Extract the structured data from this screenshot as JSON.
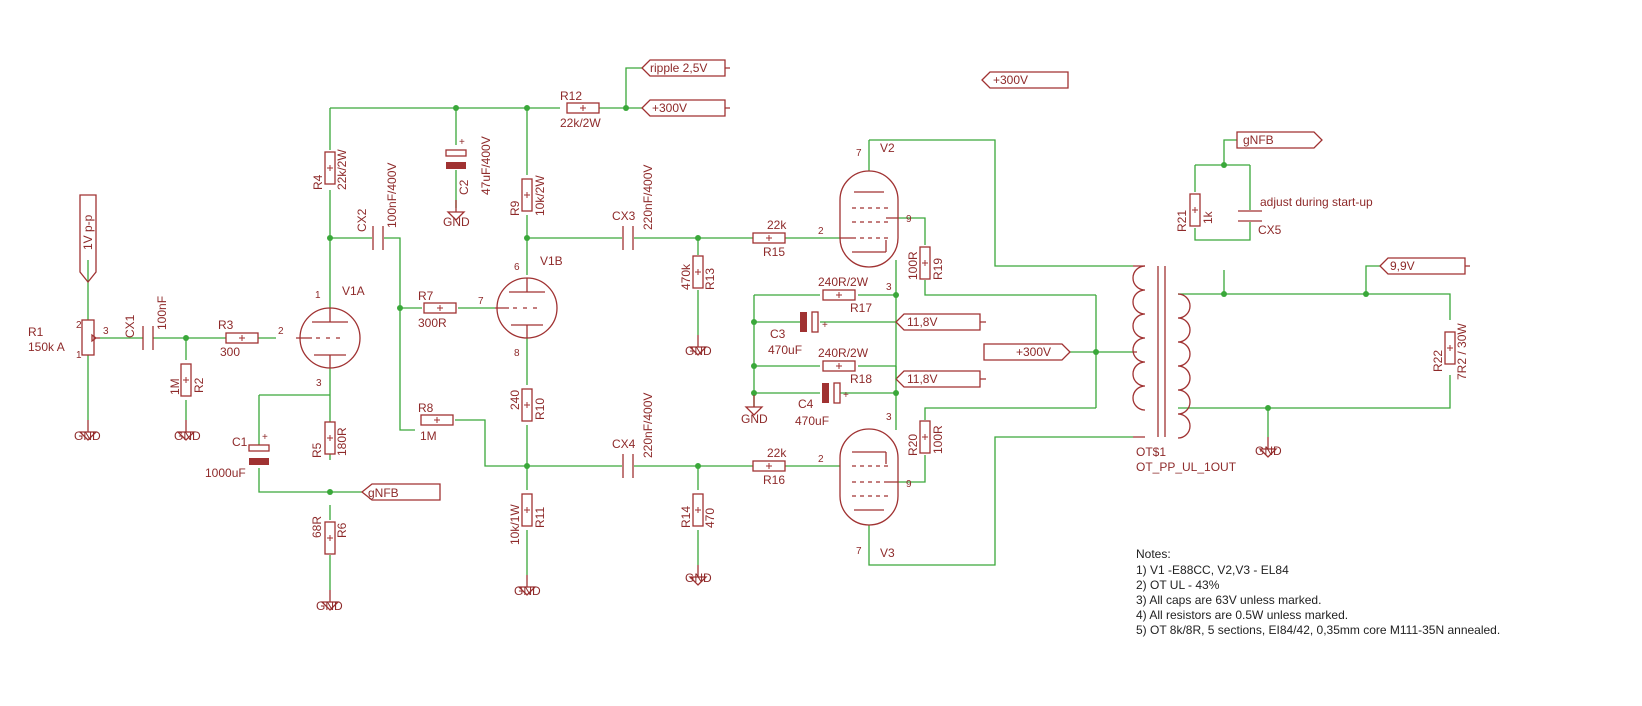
{
  "components": {
    "R1": {
      "ref": "R1",
      "value": "150k A",
      "pin1": "1",
      "pin2": "2",
      "pin3": "3"
    },
    "R2": {
      "ref": "R2",
      "value": "1M"
    },
    "R3": {
      "ref": "R3",
      "value": "300"
    },
    "R4": {
      "ref": "R4",
      "value": "22k/2W"
    },
    "R5": {
      "ref": "R5",
      "value": "180R"
    },
    "R6": {
      "ref": "R6",
      "value": "68R"
    },
    "R7": {
      "ref": "R7",
      "value": "300R"
    },
    "R8": {
      "ref": "R8",
      "value": "1M"
    },
    "R9": {
      "ref": "R9",
      "value": "10k/2W"
    },
    "R10": {
      "ref": "R10",
      "value": "240"
    },
    "R11": {
      "ref": "R11",
      "value": "10k/1W"
    },
    "R12": {
      "ref": "R12",
      "value": "22k/2W"
    },
    "R13": {
      "ref": "R13",
      "value": "470k"
    },
    "R14": {
      "ref": "R14",
      "value": "470"
    },
    "R15": {
      "ref": "R15",
      "value": "22k"
    },
    "R16": {
      "ref": "R16",
      "value": "22k"
    },
    "R17": {
      "ref": "R17",
      "value": "240R/2W"
    },
    "R18": {
      "ref": "R18",
      "value": "240R/2W"
    },
    "R19": {
      "ref": "R19",
      "value": "100R"
    },
    "R20": {
      "ref": "R20",
      "value": "100R"
    },
    "R21": {
      "ref": "R21",
      "value": "1k"
    },
    "R22": {
      "ref": "R22",
      "value": "7R2 / 30W"
    },
    "CX1": {
      "ref": "CX1",
      "value": "100nF"
    },
    "CX2": {
      "ref": "CX2",
      "value": "100nF/400V"
    },
    "CX3": {
      "ref": "CX3",
      "value": "220nF/400V"
    },
    "CX4": {
      "ref": "CX4",
      "value": "220nF/400V"
    },
    "CX5": {
      "ref": "CX5",
      "value": "adjust during start-up"
    },
    "C1": {
      "ref": "C1",
      "value": "1000uF"
    },
    "C2": {
      "ref": "C2",
      "value": "47uF/400V"
    },
    "C3": {
      "ref": "C3",
      "value": "470uF"
    },
    "C4": {
      "ref": "C4",
      "value": "470uF"
    },
    "V1A": {
      "ref": "V1A",
      "pin_plate": "1",
      "pin_grid": "2",
      "pin_cathode": "3"
    },
    "V1B": {
      "ref": "V1B",
      "pin_plate": "6",
      "pin_grid": "7",
      "pin_cathode": "8"
    },
    "V2": {
      "ref": "V2",
      "pin_plate": "7",
      "pin_grid": "2",
      "pin_g2": "9",
      "pin_cathode": "3"
    },
    "V3": {
      "ref": "V3",
      "pin_plate": "7",
      "pin_grid": "2",
      "pin_g2": "9",
      "pin_cathode": "3"
    },
    "OT1": {
      "ref": "OT$1",
      "value": "OT_PP_UL_1OUT"
    }
  },
  "nets": {
    "input_signal": "1V p-p",
    "ripple": "ripple 2,5V",
    "b_plus_1": "+300V",
    "b_plus_2": "+300V",
    "b_plus_3": "+300V",
    "gnfb_top": "gNFB",
    "gnfb_bottom": "gNFB",
    "bias_1": "11,8V",
    "bias_2": "11,8V",
    "output": "9,9V",
    "gnd": "GND",
    "plus_mark": "+"
  },
  "notes": {
    "title": "Notes:",
    "lines": [
      "1) V1 -E88CC, V2,V3 - EL84",
      "2) OT UL - 43%",
      "3) All caps are 63V unless marked.",
      "4) All resistors are 0.5W unless marked.",
      "5) OT 8k/8R, 5 sections, EI84/42, 0,35mm core M111-35N annealed."
    ]
  },
  "colors": {
    "wire": "#3aa83a",
    "part": "#a03232",
    "text": "#8e2a2a",
    "background": "#ffffff"
  }
}
